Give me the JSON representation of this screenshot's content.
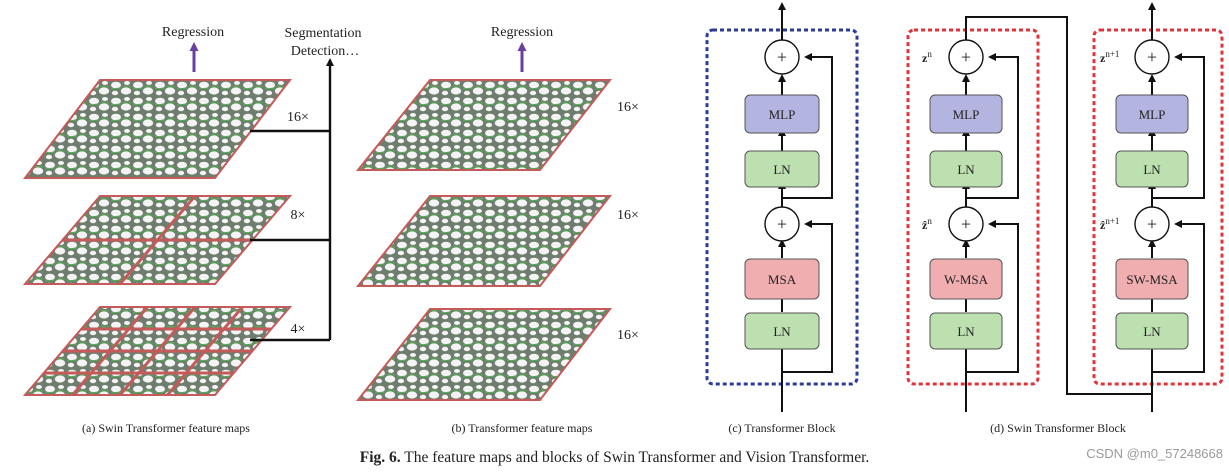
{
  "panel_a": {
    "regression": "Regression",
    "seg_line1": "Segmentation",
    "seg_line2": "Detection…",
    "scales": [
      "16×",
      "8×",
      "4×"
    ],
    "caption": "(a) Swin Transformer feature maps"
  },
  "panel_b": {
    "regression": "Regression",
    "scales": [
      "16×",
      "16×",
      "16×"
    ],
    "caption": "(b) Transformer feature maps"
  },
  "panel_c": {
    "boxes": [
      "MLP",
      "LN",
      "MSA",
      "LN"
    ],
    "plus": "+",
    "caption": "(c) Transformer Block"
  },
  "panel_d": {
    "left_boxes": [
      "MLP",
      "LN",
      "W-MSA",
      "LN"
    ],
    "right_boxes": [
      "MLP",
      "LN",
      "SW-MSA",
      "LN"
    ],
    "z_n": "z",
    "z_n_sup": "n",
    "zhat_n": "ẑ",
    "zhat_n_sup": "n",
    "z_n1": "z",
    "z_n1_sup": "n+1",
    "zhat_n1": "ẑ",
    "zhat_n1_sup": "n+1",
    "plus": "+",
    "caption": "(d) Swin Transformer Block"
  },
  "figure_caption": {
    "label": "Fig. 6.",
    "text": "The feature maps and blocks of Swin Transformer and Vision Transformer."
  },
  "watermark": "CSDN @m0_57248668",
  "colors": {
    "map_fill": "#6e7d6e",
    "map_border": "#c45a5a",
    "ellipse": "#f4f4f4",
    "patch_line": "#4fb14f",
    "arrow_purple": "#6a3fa0",
    "mlp_fill": "#b4b4e0",
    "ln_fill": "#bde0b0",
    "msa_fill": "#f0aeb0",
    "blue_dash": "#2b3b9a",
    "red_dash": "#e0343c"
  }
}
